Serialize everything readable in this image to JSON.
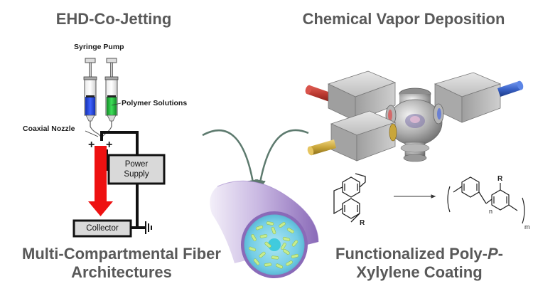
{
  "headings": {
    "left_top": "EHD-Co-Jetting",
    "right_top": "Chemical Vapor Deposition",
    "left_bottom_line1": "Multi-Compartmental Fiber",
    "left_bottom_line2": "Architectures",
    "right_bottom_line1_pre": "Functionalized Poly-",
    "right_bottom_line1_italic": "P",
    "right_bottom_line1_post": "-",
    "right_bottom_line2": "Xylylene Coating"
  },
  "apparatus": {
    "syringe_pump": "Syringe Pump",
    "polymer_solutions": "Polymer Solutions",
    "coaxial_nozzle": "Coaxial Nozzle",
    "plus_left": "+",
    "plus_right": "+",
    "power_supply_line1": "Power",
    "power_supply_line2": "Supply",
    "collector": "Collector"
  },
  "chemistry": {
    "substituent_left": "R",
    "substituent_right": "R",
    "repeat_n": "n",
    "repeat_m": "m"
  },
  "colors": {
    "heading": "#595959",
    "syringe_blue": "#1f3fd6",
    "syringe_green": "#22b33a",
    "arrow_red": "#ee1111",
    "curve_arrow": "#5d7a6e",
    "fiber_purple": "#9b7fc6",
    "cross_section_blue": "#7fd3ea",
    "particle_green": "#c7ec8e",
    "rod_red": "#b8372f",
    "rod_blue": "#3a63c9",
    "rod_yellow": "#c9a63a"
  }
}
